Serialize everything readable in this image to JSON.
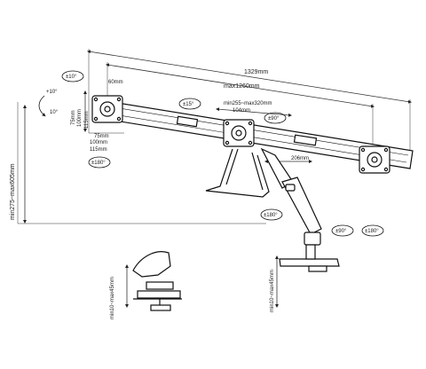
{
  "labels": {
    "overall_width": "1329mm",
    "max_span": "max1260mm",
    "plate_60": "60mm",
    "tilt_top": "±10°",
    "tilt_plus": "+10°",
    "tilt_minus": "10°",
    "vesa_75v": "75mm",
    "vesa_100v": "100mm",
    "vesa_115v": "115mm",
    "vesa_75h": "75mm",
    "vesa_100h": "100mm",
    "vesa_115h": "115mm",
    "rot_left": "±180°",
    "swivel_15": "±15°",
    "center_range": "min255~max320mm",
    "center_104": "104mm",
    "swivel_90_top": "±90°",
    "arm_206": "206mm",
    "rot_arm": "±180°",
    "swivel_90_base": "±90°",
    "rot_base": "±180°",
    "height_range": "min275~max605mm",
    "clamp_range_1": "min10~max45mm",
    "clamp_range_2": "min10~max45mm"
  }
}
